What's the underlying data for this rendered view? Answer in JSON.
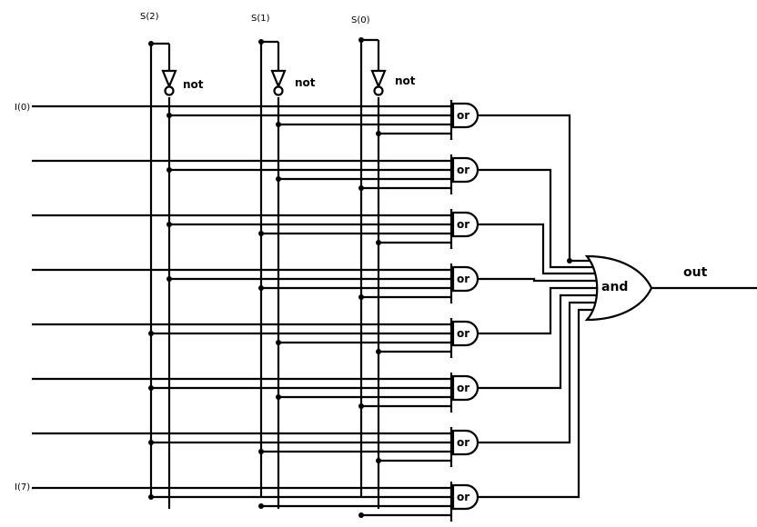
{
  "select_labels": [
    "S(2)",
    "S(1)",
    "S(0)"
  ],
  "input_labels": [
    "I(0)",
    "I(7)"
  ],
  "not_gate_label": "not",
  "or_gate_label": "or",
  "and_gate_label": "and",
  "output_label": "out"
}
